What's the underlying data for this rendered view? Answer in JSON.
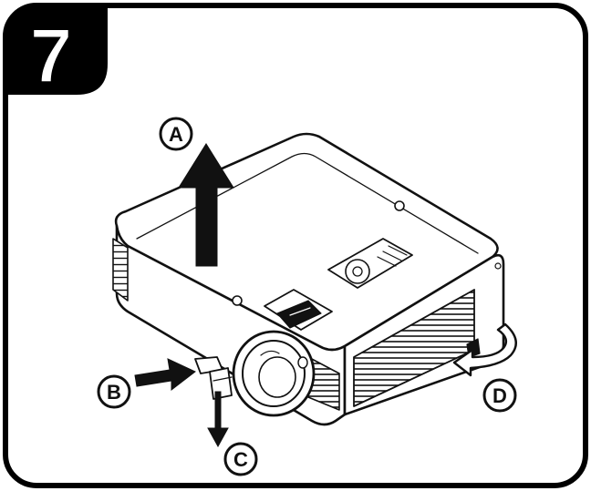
{
  "step": {
    "number": "7"
  },
  "callouts": {
    "a": "A",
    "b": "B",
    "c": "C",
    "d": "D"
  }
}
